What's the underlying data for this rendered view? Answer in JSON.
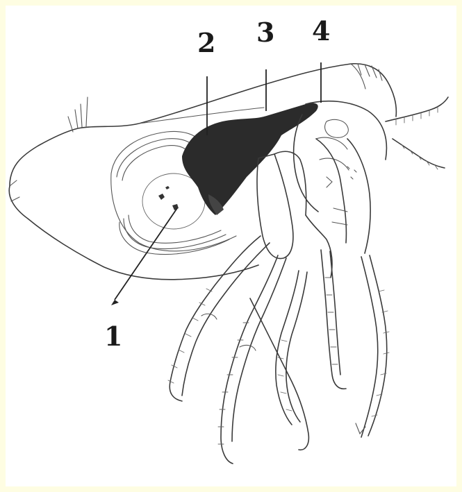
{
  "labels": {
    "l1": "1",
    "l2": "2",
    "l3": "3",
    "l4": "4"
  },
  "colors": {
    "frame": "#fefde2",
    "paper": "#ffffff",
    "ink": "#2a2a2a"
  }
}
